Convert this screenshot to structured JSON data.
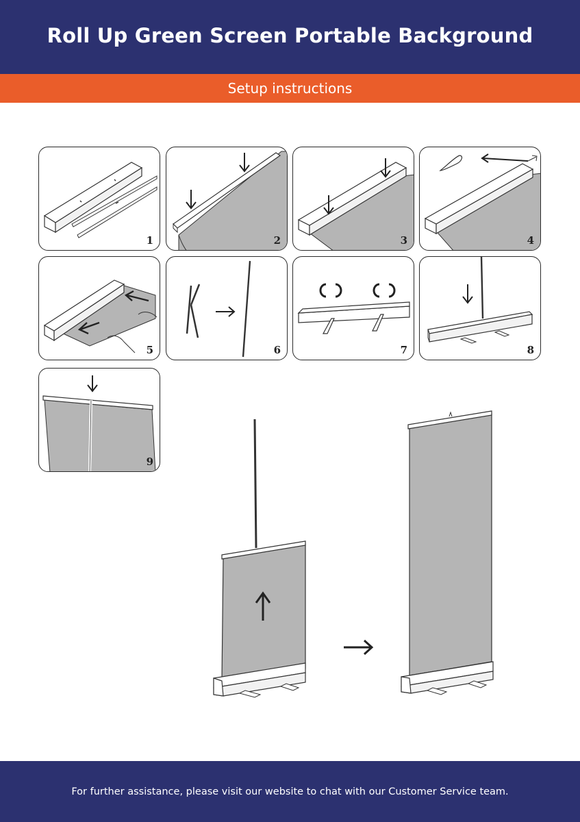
{
  "header": {
    "title": "Roll Up Green Screen Portable Background"
  },
  "subheader": {
    "title": "Setup instructions"
  },
  "steps": [
    {
      "number": "1"
    },
    {
      "number": "2"
    },
    {
      "number": "3"
    },
    {
      "number": "4"
    },
    {
      "number": "5"
    },
    {
      "number": "6"
    },
    {
      "number": "7"
    },
    {
      "number": "8"
    },
    {
      "number": "9"
    }
  ],
  "footer": {
    "text": "For further assistance, please visit our website to chat with our Customer Service team."
  },
  "colors": {
    "navy": "#2c3170",
    "orange": "#ea5d2a",
    "screen_gray": "#b5b5b5"
  }
}
